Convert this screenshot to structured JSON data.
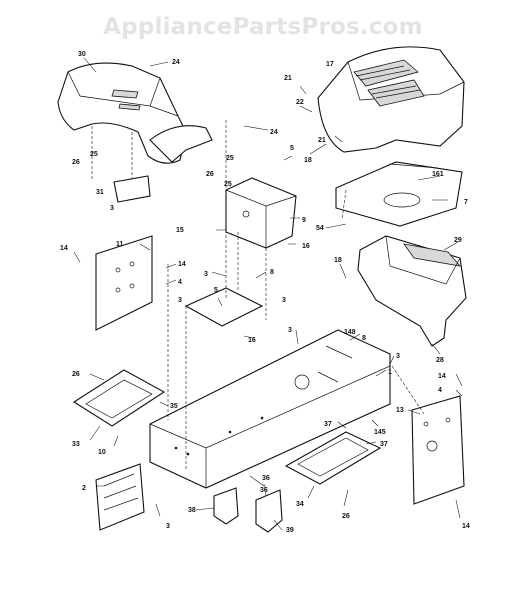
{
  "watermark": "AppliancePartsPros.com",
  "callouts": [
    "30",
    "24",
    "24",
    "25",
    "26",
    "25",
    "26",
    "25",
    "31",
    "3",
    "17",
    "21",
    "22",
    "21",
    "18",
    "5",
    "161",
    "7",
    "54",
    "15",
    "9",
    "16",
    "14",
    "11",
    "3",
    "14",
    "4",
    "3",
    "8",
    "5",
    "16",
    "3",
    "29",
    "18",
    "28",
    "3",
    "148",
    "8",
    "3",
    "1",
    "26",
    "35",
    "33",
    "10",
    "37",
    "145",
    "37",
    "14",
    "4",
    "13",
    "2",
    "3",
    "38",
    "36",
    "36",
    "39",
    "34",
    "26",
    "14"
  ]
}
